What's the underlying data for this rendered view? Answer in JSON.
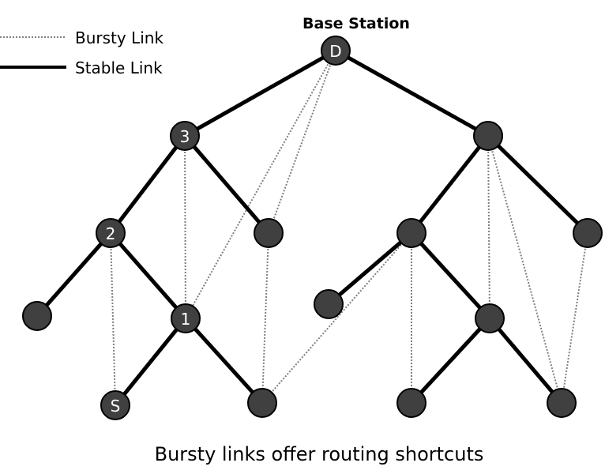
{
  "title": "Base Station",
  "legend": {
    "bursty_label": "Bursty Link",
    "stable_label": "Stable Link"
  },
  "caption": "Bursty links offer routing shortcuts",
  "colors": {
    "node_fill": "#404040",
    "node_stroke": "#000000",
    "stable_link": "#000000",
    "bursty_link": "#808080"
  },
  "nodes": [
    {
      "id": "D",
      "label": "D"
    },
    {
      "id": "n3",
      "label": "3"
    },
    {
      "id": "R",
      "label": ""
    },
    {
      "id": "n2",
      "label": "2"
    },
    {
      "id": "M",
      "label": ""
    },
    {
      "id": "R1",
      "label": ""
    },
    {
      "id": "R2",
      "label": ""
    },
    {
      "id": "L",
      "label": ""
    },
    {
      "id": "n1",
      "label": "1"
    },
    {
      "id": "R3",
      "label": ""
    },
    {
      "id": "R4",
      "label": ""
    },
    {
      "id": "S",
      "label": "S"
    },
    {
      "id": "B",
      "label": ""
    },
    {
      "id": "R5",
      "label": ""
    },
    {
      "id": "R6",
      "label": ""
    }
  ],
  "stable_links": [
    [
      "D",
      "n3"
    ],
    [
      "D",
      "R"
    ],
    [
      "n3",
      "n2"
    ],
    [
      "n3",
      "M"
    ],
    [
      "n2",
      "L"
    ],
    [
      "n2",
      "n1"
    ],
    [
      "n1",
      "S"
    ],
    [
      "n1",
      "B"
    ],
    [
      "R",
      "R1"
    ],
    [
      "R",
      "R2"
    ],
    [
      "R1",
      "R3"
    ],
    [
      "R1",
      "R4"
    ],
    [
      "R4",
      "R5"
    ],
    [
      "R4",
      "R6"
    ]
  ],
  "bursty_links": [
    [
      "n3",
      "n1"
    ],
    [
      "n2",
      "S"
    ],
    [
      "D",
      "n1"
    ],
    [
      "D",
      "M"
    ],
    [
      "M",
      "B"
    ],
    [
      "B",
      "R1"
    ],
    [
      "R1",
      "R5"
    ],
    [
      "R",
      "R4"
    ],
    [
      "R",
      "R6"
    ],
    [
      "R2",
      "R6"
    ]
  ]
}
